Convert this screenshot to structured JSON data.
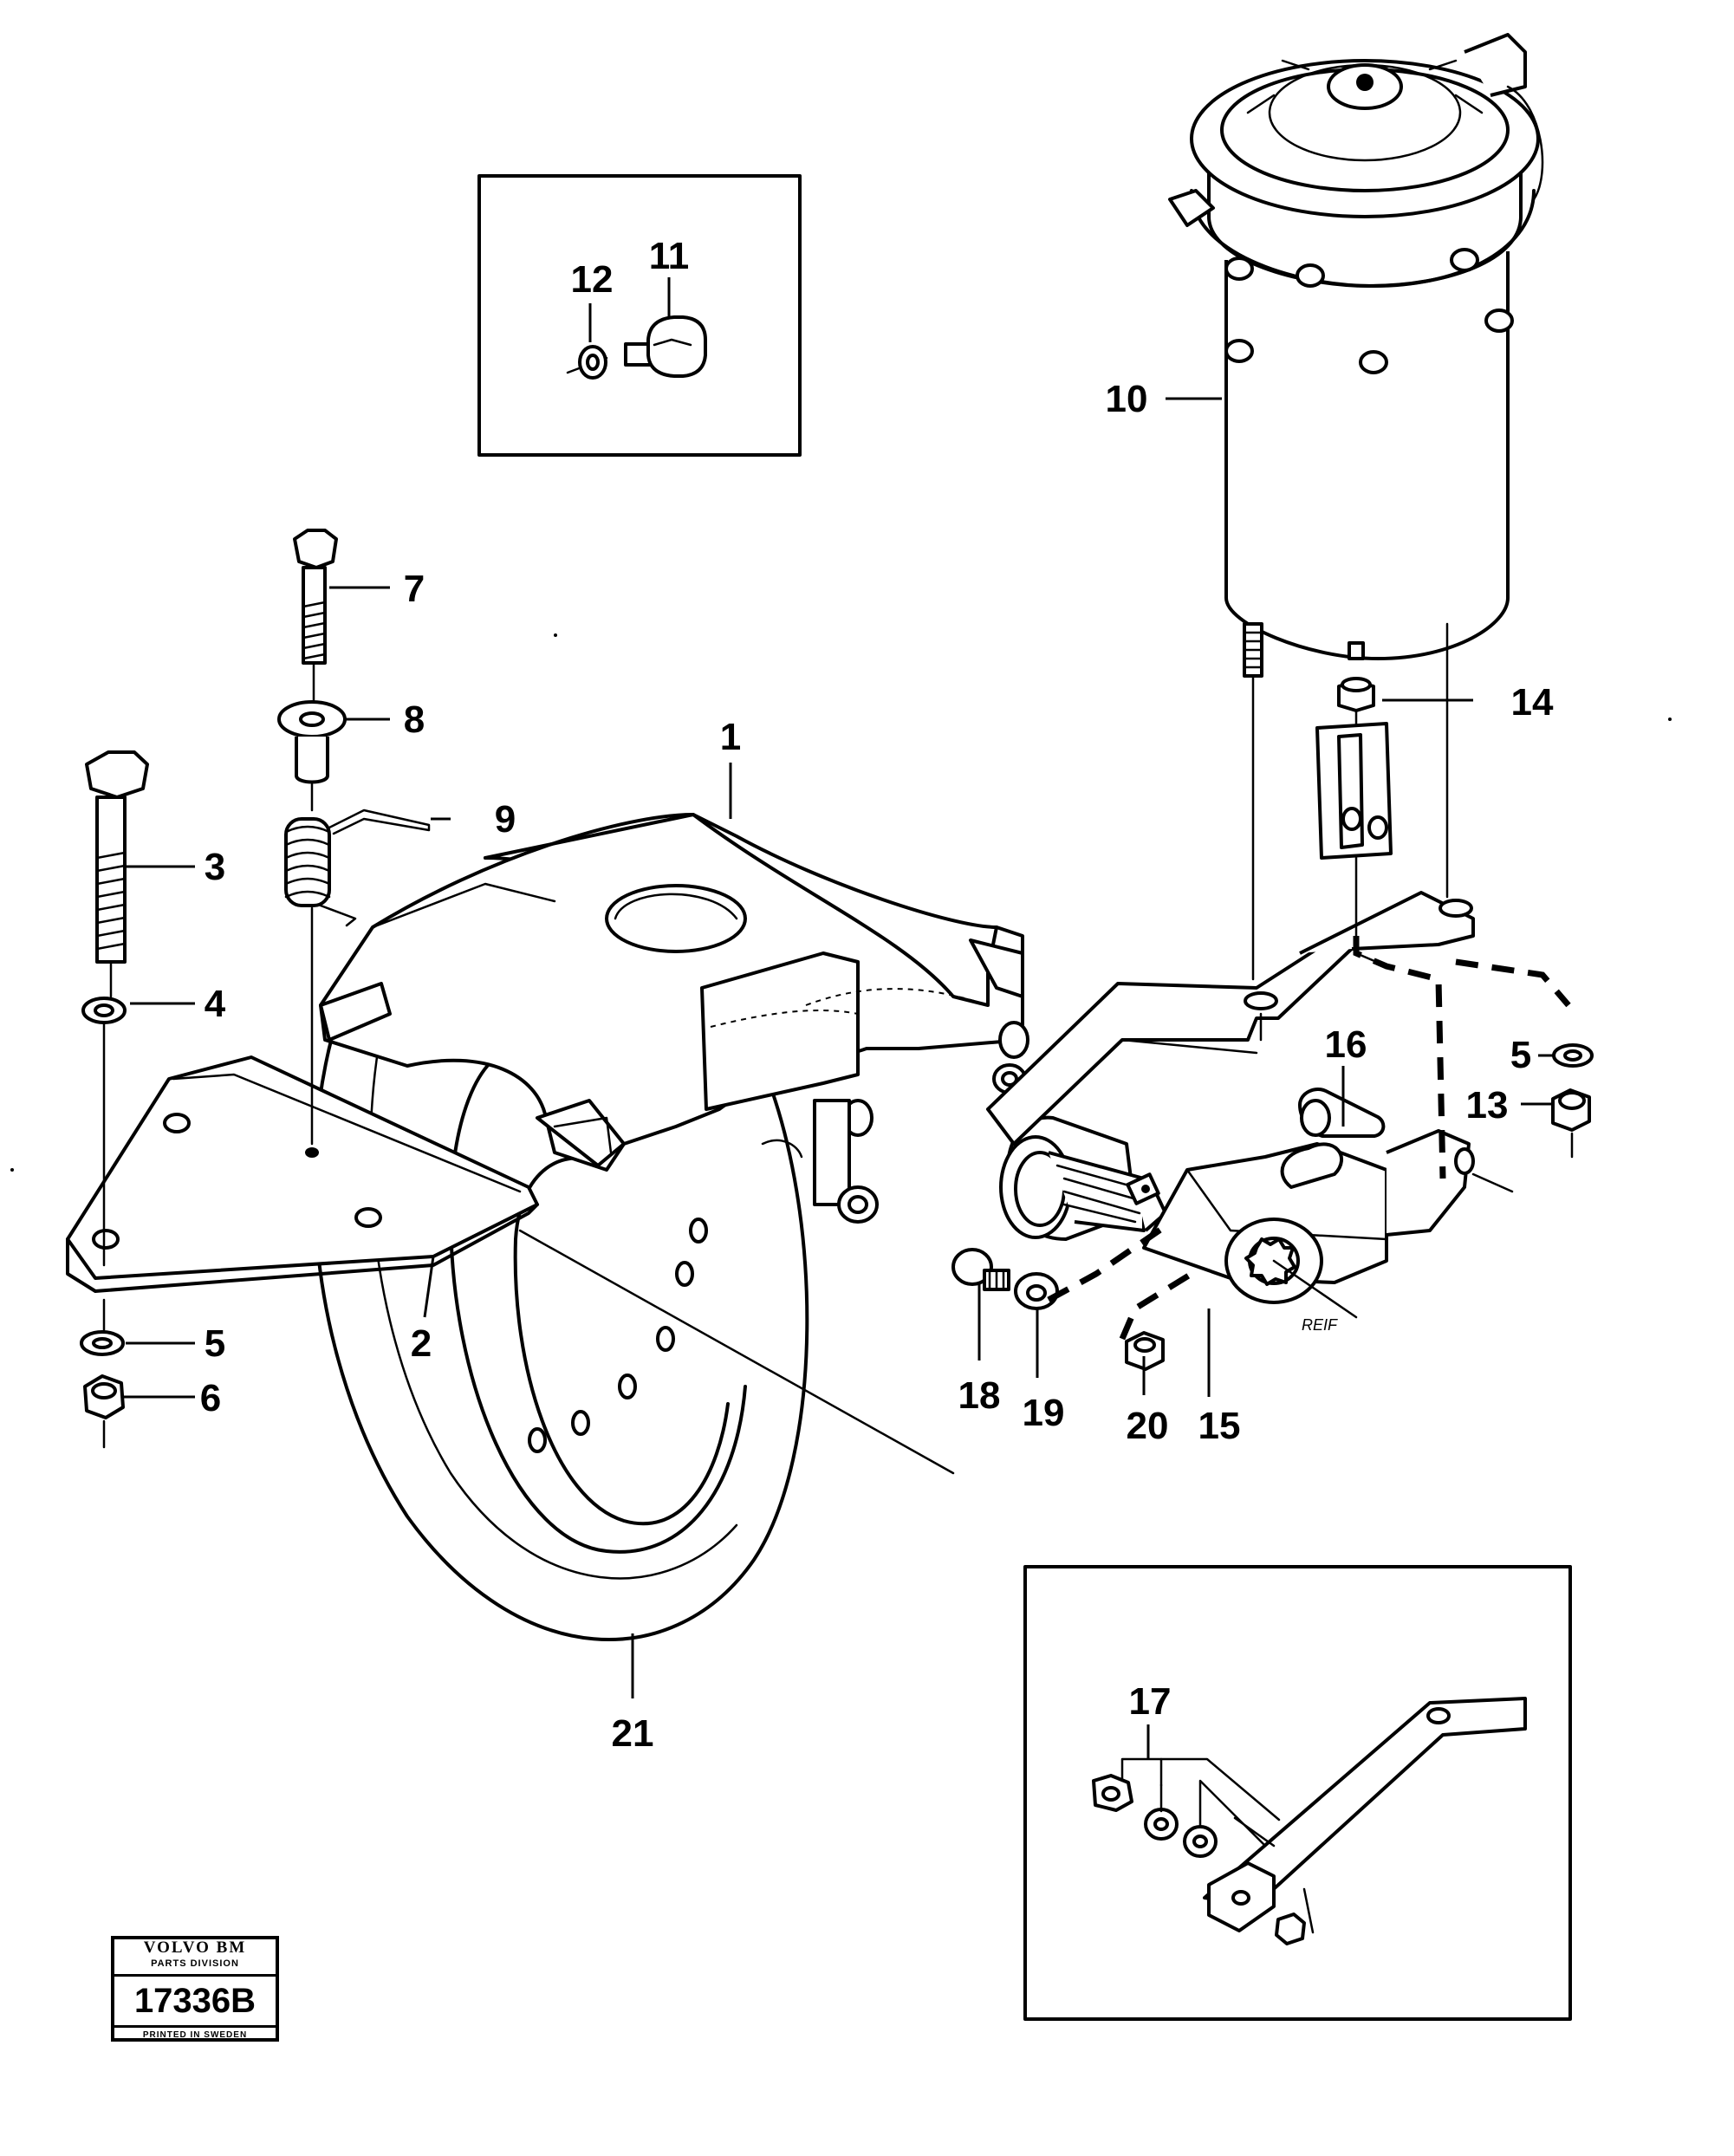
{
  "callouts": {
    "c1": "1",
    "c2": "2",
    "c3": "3",
    "c4": "4",
    "c5a": "5",
    "c5b": "5",
    "c6": "6",
    "c7": "7",
    "c8": "8",
    "c9": "9",
    "c10": "10",
    "c11": "11",
    "c12": "12",
    "c13": "13",
    "c14": "14",
    "c15": "15",
    "c16": "16",
    "c17": "17",
    "c18": "18",
    "c19": "19",
    "c20": "20",
    "c21": "21"
  },
  "drawing_note": "REIF",
  "stamp": {
    "brand": "VOLVO BM",
    "division": "PARTS DIVISION",
    "code": "17336B",
    "footer": "PRINTED IN SWEDEN"
  }
}
